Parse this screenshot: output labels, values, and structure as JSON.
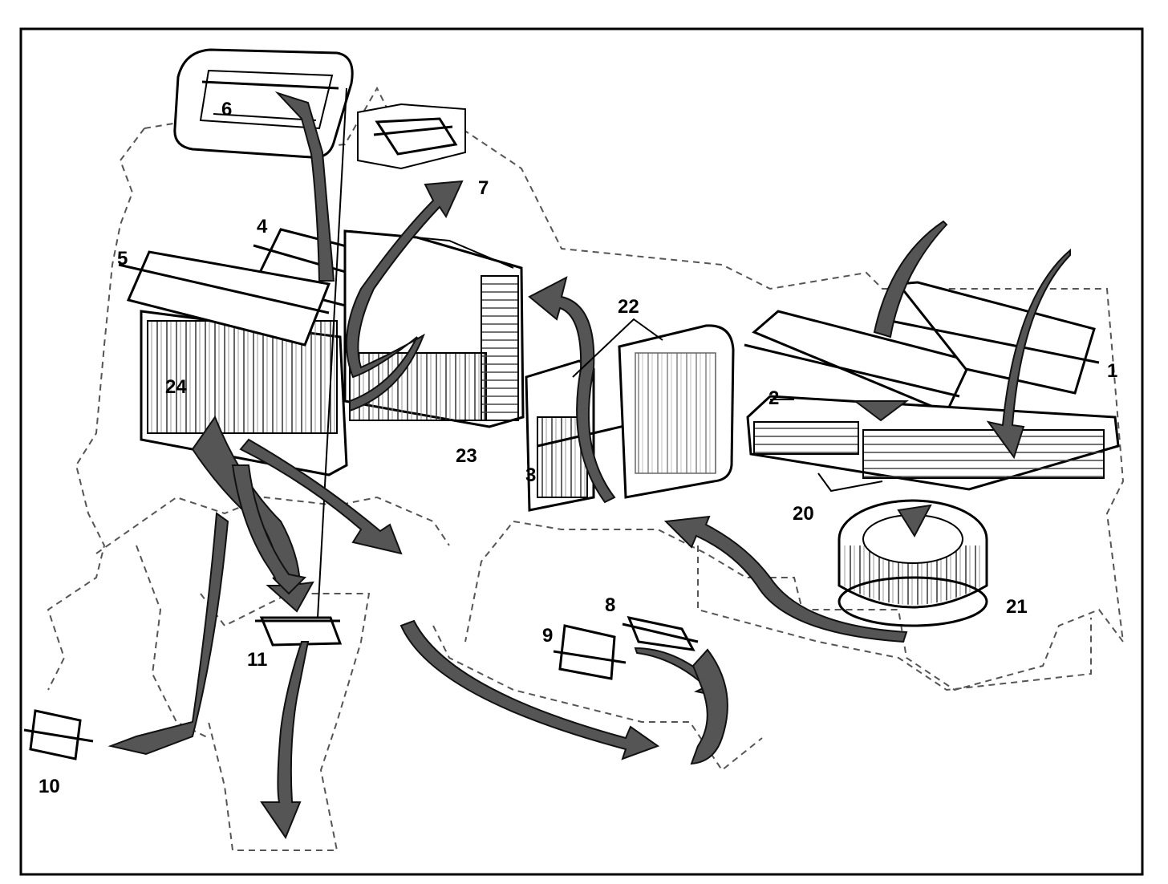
{
  "diagram": {
    "labels": {
      "l1": "1",
      "l2": "2",
      "l3": "3",
      "l4": "4",
      "l5": "5",
      "l6": "6",
      "l7": "7",
      "l8": "8",
      "l9": "9",
      "l10": "10",
      "l11": "11",
      "l20": "20",
      "l21": "21",
      "l22": "22",
      "l23": "23",
      "l24": "24"
    },
    "colors": {
      "line": "#000000",
      "arrow_fill": "#555555",
      "background": "#ffffff"
    }
  }
}
